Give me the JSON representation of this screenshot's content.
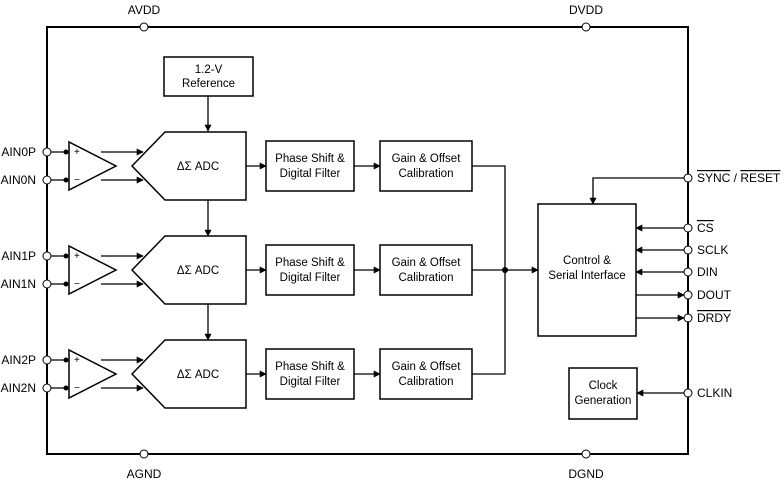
{
  "supply": {
    "avdd": "AVDD",
    "dvdd": "DVDD",
    "agnd": "AGND",
    "dgnd": "DGND"
  },
  "reference": {
    "line1": "1.2-V",
    "line2": "Reference"
  },
  "adc_label": "ΔΣ ADC",
  "amp_signs": {
    "plus": "+",
    "minus": "−"
  },
  "channels": [
    {
      "pos": "AIN0P",
      "neg": "AIN0N"
    },
    {
      "pos": "AIN1P",
      "neg": "AIN1N"
    },
    {
      "pos": "AIN2P",
      "neg": "AIN2N"
    }
  ],
  "filter": {
    "line1": "Phase Shift &",
    "line2": "Digital Filter"
  },
  "calibration": {
    "line1": "Gain & Offset",
    "line2": "Calibration"
  },
  "control": {
    "line1": "Control &",
    "line2": "Serial Interface"
  },
  "clock": {
    "line1": "Clock",
    "line2": "Generation"
  },
  "pins": {
    "sync_reset": {
      "sync": "SYNC",
      "sep": " / ",
      "reset": "RESET"
    },
    "cs": "CS",
    "sclk": "SCLK",
    "din": "DIN",
    "dout": "DOUT",
    "drdy": "DRDY",
    "clkin": "CLKIN"
  }
}
